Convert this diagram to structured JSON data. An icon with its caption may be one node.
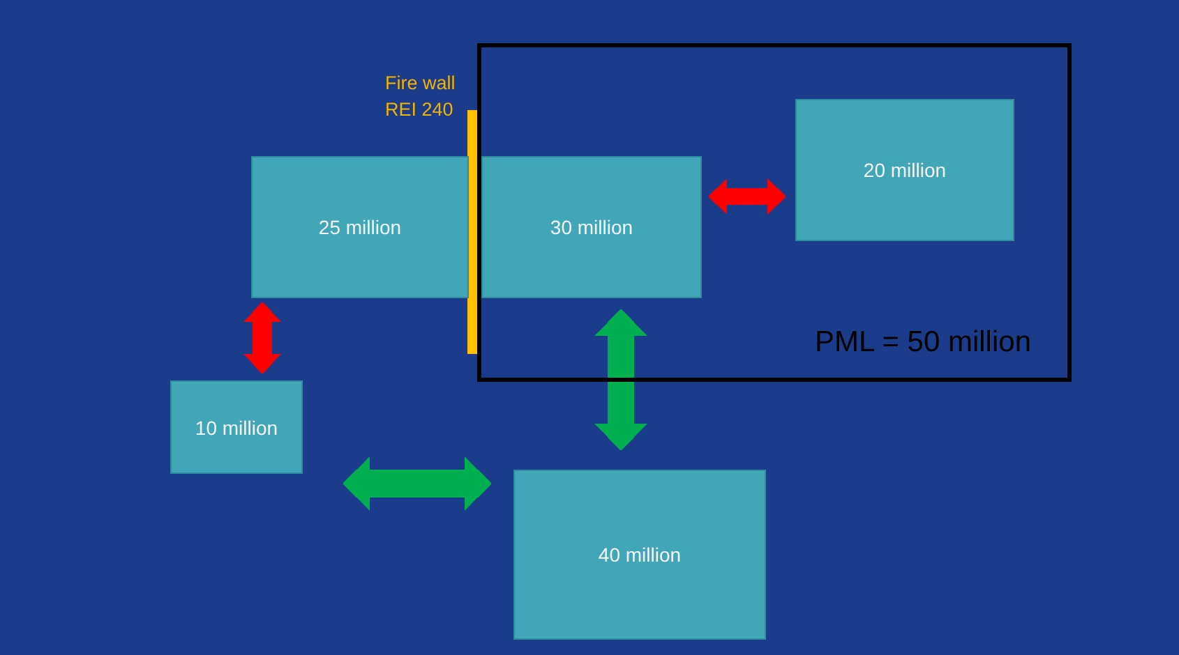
{
  "diagram": {
    "nodes": [
      {
        "text": [
          "PML = 50 million"
        ]
      },
      {
        "text": [
          "20 million"
        ],
        "in": 0
      },
      {
        "text": [
          "25 million"
        ]
      },
      {
        "text": [
          "30 million"
        ],
        "in": 0
      },
      {
        "text": [
          "10 million"
        ]
      },
      {
        "text": [
          "40 million"
        ]
      }
    ],
    "edges": [
      {
        "from": 2,
        "to": 4,
        "arrow": "both",
        "color": "#ff0000"
      },
      {
        "from": 3,
        "to": 1,
        "arrow": "both",
        "color": "#ff0000"
      },
      {
        "from": 3,
        "to": 5,
        "arrow": "both",
        "color": "#00b050"
      },
      {
        "from": 4,
        "to": 5,
        "arrow": "both",
        "color": "#00b050"
      }
    ],
    "labels": [
      "Fire wall REI 240"
    ]
  }
}
